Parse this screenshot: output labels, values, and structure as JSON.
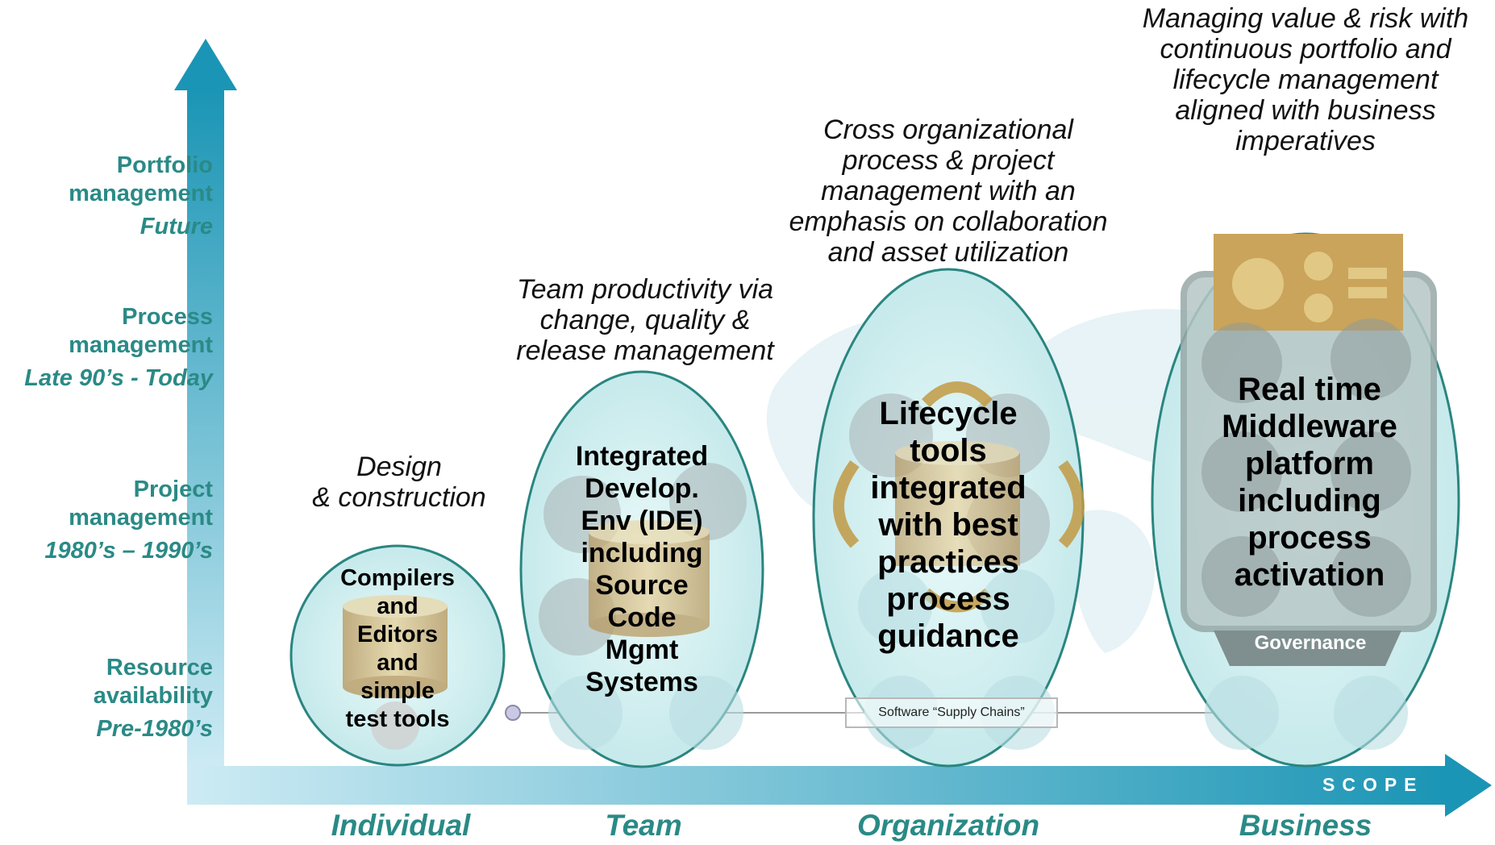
{
  "y_axis": [
    {
      "level": "Portfolio management",
      "line1": "Portfolio",
      "line2": "management",
      "era": "Future"
    },
    {
      "level": "Process management",
      "line1": "Process",
      "line2": "management",
      "era": "Late 90’s - Today"
    },
    {
      "level": "Project management",
      "line1": "Project",
      "line2": "management",
      "era": "1980’s – 1990’s"
    },
    {
      "level": "Resource availability",
      "line1": "Resource",
      "line2": "availability",
      "era": "Pre-1980’s"
    }
  ],
  "x_axis": {
    "title": "SCOPE",
    "categories": [
      "Individual",
      "Team",
      "Organization",
      "Business"
    ]
  },
  "stages": [
    {
      "scope": "Individual",
      "caption": [
        "Design",
        "& construction"
      ],
      "inner": [
        "Compilers",
        "and",
        "Editors",
        "and",
        "simple",
        "test tools"
      ]
    },
    {
      "scope": "Team",
      "caption": [
        "Team productivity via",
        "change, quality &",
        "release management"
      ],
      "inner": [
        "Integrated",
        "Develop.",
        "Env (IDE)",
        "including",
        "Source",
        "Code",
        "Mgmt",
        "Systems"
      ]
    },
    {
      "scope": "Organization",
      "caption": [
        "Cross organizational",
        "process & project",
        "management with an",
        "emphasis on collaboration",
        "and asset utilization"
      ],
      "inner": [
        "Lifecycle",
        "tools",
        "integrated",
        "with best",
        "practices",
        "process",
        "guidance"
      ]
    },
    {
      "scope": "Business",
      "caption": [
        "Managing value & risk with",
        "continuous portfolio and",
        "lifecycle management",
        "aligned with business",
        "imperatives"
      ],
      "inner": [
        "Real time",
        "Middleware",
        "platform",
        "including",
        "process",
        "activation"
      ]
    }
  ],
  "supply_chain_label": "Software  “Supply Chains”",
  "governance_label": "Governance",
  "colors": {
    "teal_text": "#2a8a86",
    "axis_dark": "#1b95b5",
    "axis_light": "#cdebf4",
    "ellipse_stroke": "#2a8580",
    "ellipse_fill": "#d9f2f4",
    "gold": "#c9a560"
  }
}
